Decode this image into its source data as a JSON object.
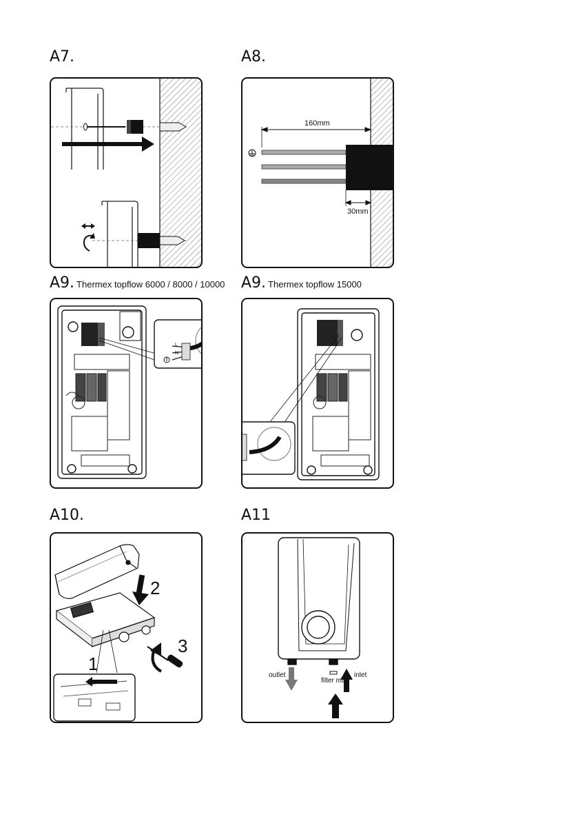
{
  "headers": {
    "a7": "A7.",
    "a8": "A8.",
    "a9_left": "A9.",
    "a9_left_sub": "Thermex topflow 6000 / 8000 / 10000",
    "a9_right": "A9.",
    "a9_right_sub": "Thermex topflow 15000",
    "a10": "A10.",
    "a11": "A11"
  },
  "a8": {
    "dim_top": "160mm",
    "dim_bottom": "30mm"
  },
  "a9": {
    "terminal_labels": [
      "L",
      "N"
    ]
  },
  "a10": {
    "steps": [
      "1",
      "2",
      "3"
    ]
  },
  "a11": {
    "outlet": "outlet",
    "inlet": "inlet",
    "filter": "filter mat"
  },
  "colors": {
    "ink": "#111111",
    "grey_arrow": "#777777",
    "panel_border": "#111111"
  }
}
